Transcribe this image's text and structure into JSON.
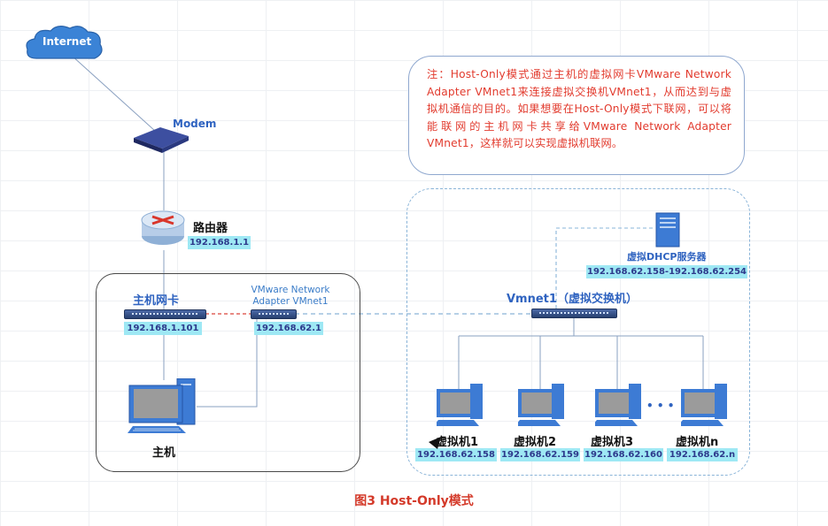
{
  "internet": "Internet",
  "modem": "Modem",
  "router": {
    "label": "路由器",
    "ip": "192.168.1.1"
  },
  "host": {
    "nic_label": "主机网卡",
    "nic_ip": "192.168.1.101",
    "vmnet_label_line1": "VMware Network",
    "vmnet_label_line2": "Adapter VMnet1",
    "vmnet_ip": "192.168.62.1",
    "pc_label": "主机"
  },
  "note": "注：Host-Only模式通过主机的虚拟网卡VMware Network Adapter VMnet1来连接虚拟交换机VMnet1，从而达到与虚拟机通信的目的。如果想要在Host-Only模式下联网，可以将能联网的主机网卡共享给VMware Network Adapter VMnet1，这样就可以实现虚拟机联网。",
  "vmnet1": {
    "switch_label": "Vmnet1（虚拟交换机）",
    "dhcp_label": "虚拟DHCP服务器",
    "dhcp_range": "192.168.62.158-192.168.62.254"
  },
  "vms": [
    {
      "label": "虚拟机1",
      "ip": "192.168.62.158"
    },
    {
      "label": "虚拟机2",
      "ip": "192.168.62.159"
    },
    {
      "label": "虚拟机3",
      "ip": "192.168.62.160"
    },
    {
      "label": "虚拟机n",
      "ip": "192.168.62.n"
    }
  ],
  "ellipsis": "• • •",
  "caption": "图3  Host-Only模式"
}
